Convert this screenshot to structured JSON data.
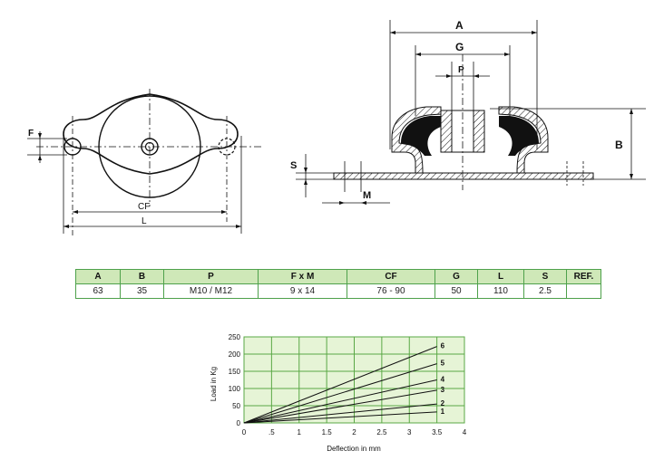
{
  "top_view": {
    "labels": {
      "f": "F",
      "cf": "CF",
      "l": "L"
    }
  },
  "side_view": {
    "labels": {
      "a": "A",
      "g": "G",
      "p": "P",
      "b": "B",
      "s": "S",
      "m": "M"
    }
  },
  "spec_table": {
    "headers": [
      "A",
      "B",
      "P",
      "F x M",
      "CF",
      "G",
      "L",
      "S",
      "REF."
    ],
    "rows": [
      [
        "63",
        "35",
        "M10 / M12",
        "9 x 14",
        "76 - 90",
        "50",
        "110",
        "2.5",
        ""
      ]
    ]
  },
  "colors": {
    "table_border": "#4ea14b",
    "table_header_bg": "#cfe8b8",
    "chart_bg": "#e6f4d6",
    "chart_grid": "#5aa845"
  },
  "chart_data": {
    "type": "line",
    "xlabel": "Deflection in mm",
    "ylabel": "Load in Kg",
    "xlim": [
      0,
      4
    ],
    "ylim": [
      0,
      250
    ],
    "xticks": [
      0,
      0.5,
      1,
      1.5,
      2,
      2.5,
      3,
      3.5,
      4
    ],
    "xtick_labels": [
      "0",
      ".5",
      "1",
      "1.5",
      "2",
      "2.5",
      "3",
      "3.5",
      "4"
    ],
    "yticks": [
      0,
      50,
      100,
      150,
      200,
      250
    ],
    "ytick_labels": [
      "0",
      "50",
      "100",
      "150",
      "200",
      "250"
    ],
    "grid": true,
    "series": [
      {
        "name": "1",
        "x": [
          0,
          3.5
        ],
        "y": [
          0,
          32
        ]
      },
      {
        "name": "2",
        "x": [
          0,
          3.5
        ],
        "y": [
          0,
          55
        ]
      },
      {
        "name": "3",
        "x": [
          0,
          3.5
        ],
        "y": [
          0,
          95
        ]
      },
      {
        "name": "4",
        "x": [
          0,
          3.5
        ],
        "y": [
          0,
          125
        ]
      },
      {
        "name": "5",
        "x": [
          0,
          3.5
        ],
        "y": [
          0,
          172
        ]
      },
      {
        "name": "6",
        "x": [
          0,
          3.5
        ],
        "y": [
          0,
          222
        ]
      }
    ]
  }
}
